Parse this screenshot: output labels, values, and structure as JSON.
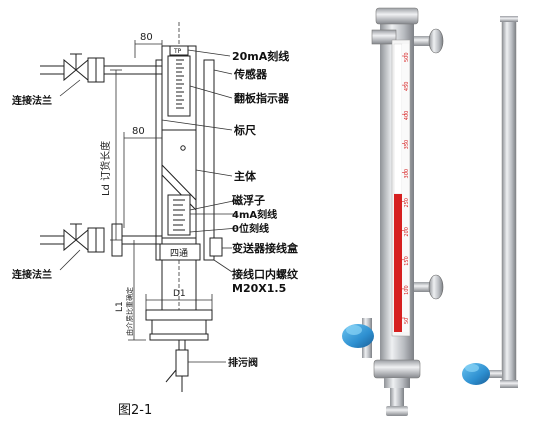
{
  "figure": {
    "caption": "图2-1"
  },
  "drawing": {
    "callouts": {
      "scale_20ma": "20mA刻线",
      "sensor": "传感器",
      "flap_indicator": "翻板指示器",
      "ruler": "标尺",
      "body": "主体",
      "magnetic_float": "磁浮子",
      "scale_4ma": "4mA刻线",
      "zero_line": "0位刻线",
      "transmitter_box": "变送器接线盒",
      "thread_label": "接线口内螺纹",
      "thread_spec": "M20X1.5",
      "drain_valve": "排污阀",
      "flange_top": "连接法兰",
      "flange_bottom": "连接法兰"
    },
    "dimensions": {
      "top_offset": "80",
      "mid_offset": "80",
      "ld_label": "Ld 订货长度",
      "l1_label": "L1",
      "l1_note": "由介质比重确定",
      "d1_label": "D1"
    },
    "body_marks": {
      "top_box": "TP",
      "bottom_box": "四通"
    },
    "colors": {
      "line": "#222222",
      "red_scale": "#d62020",
      "steel": "#c9cbcf",
      "head_blue": "#2d8fd0"
    }
  },
  "photos": {
    "scale_numbers": [
      "500",
      "450",
      "400",
      "350",
      "300",
      "250",
      "200",
      "150",
      "100",
      "50"
    ]
  }
}
